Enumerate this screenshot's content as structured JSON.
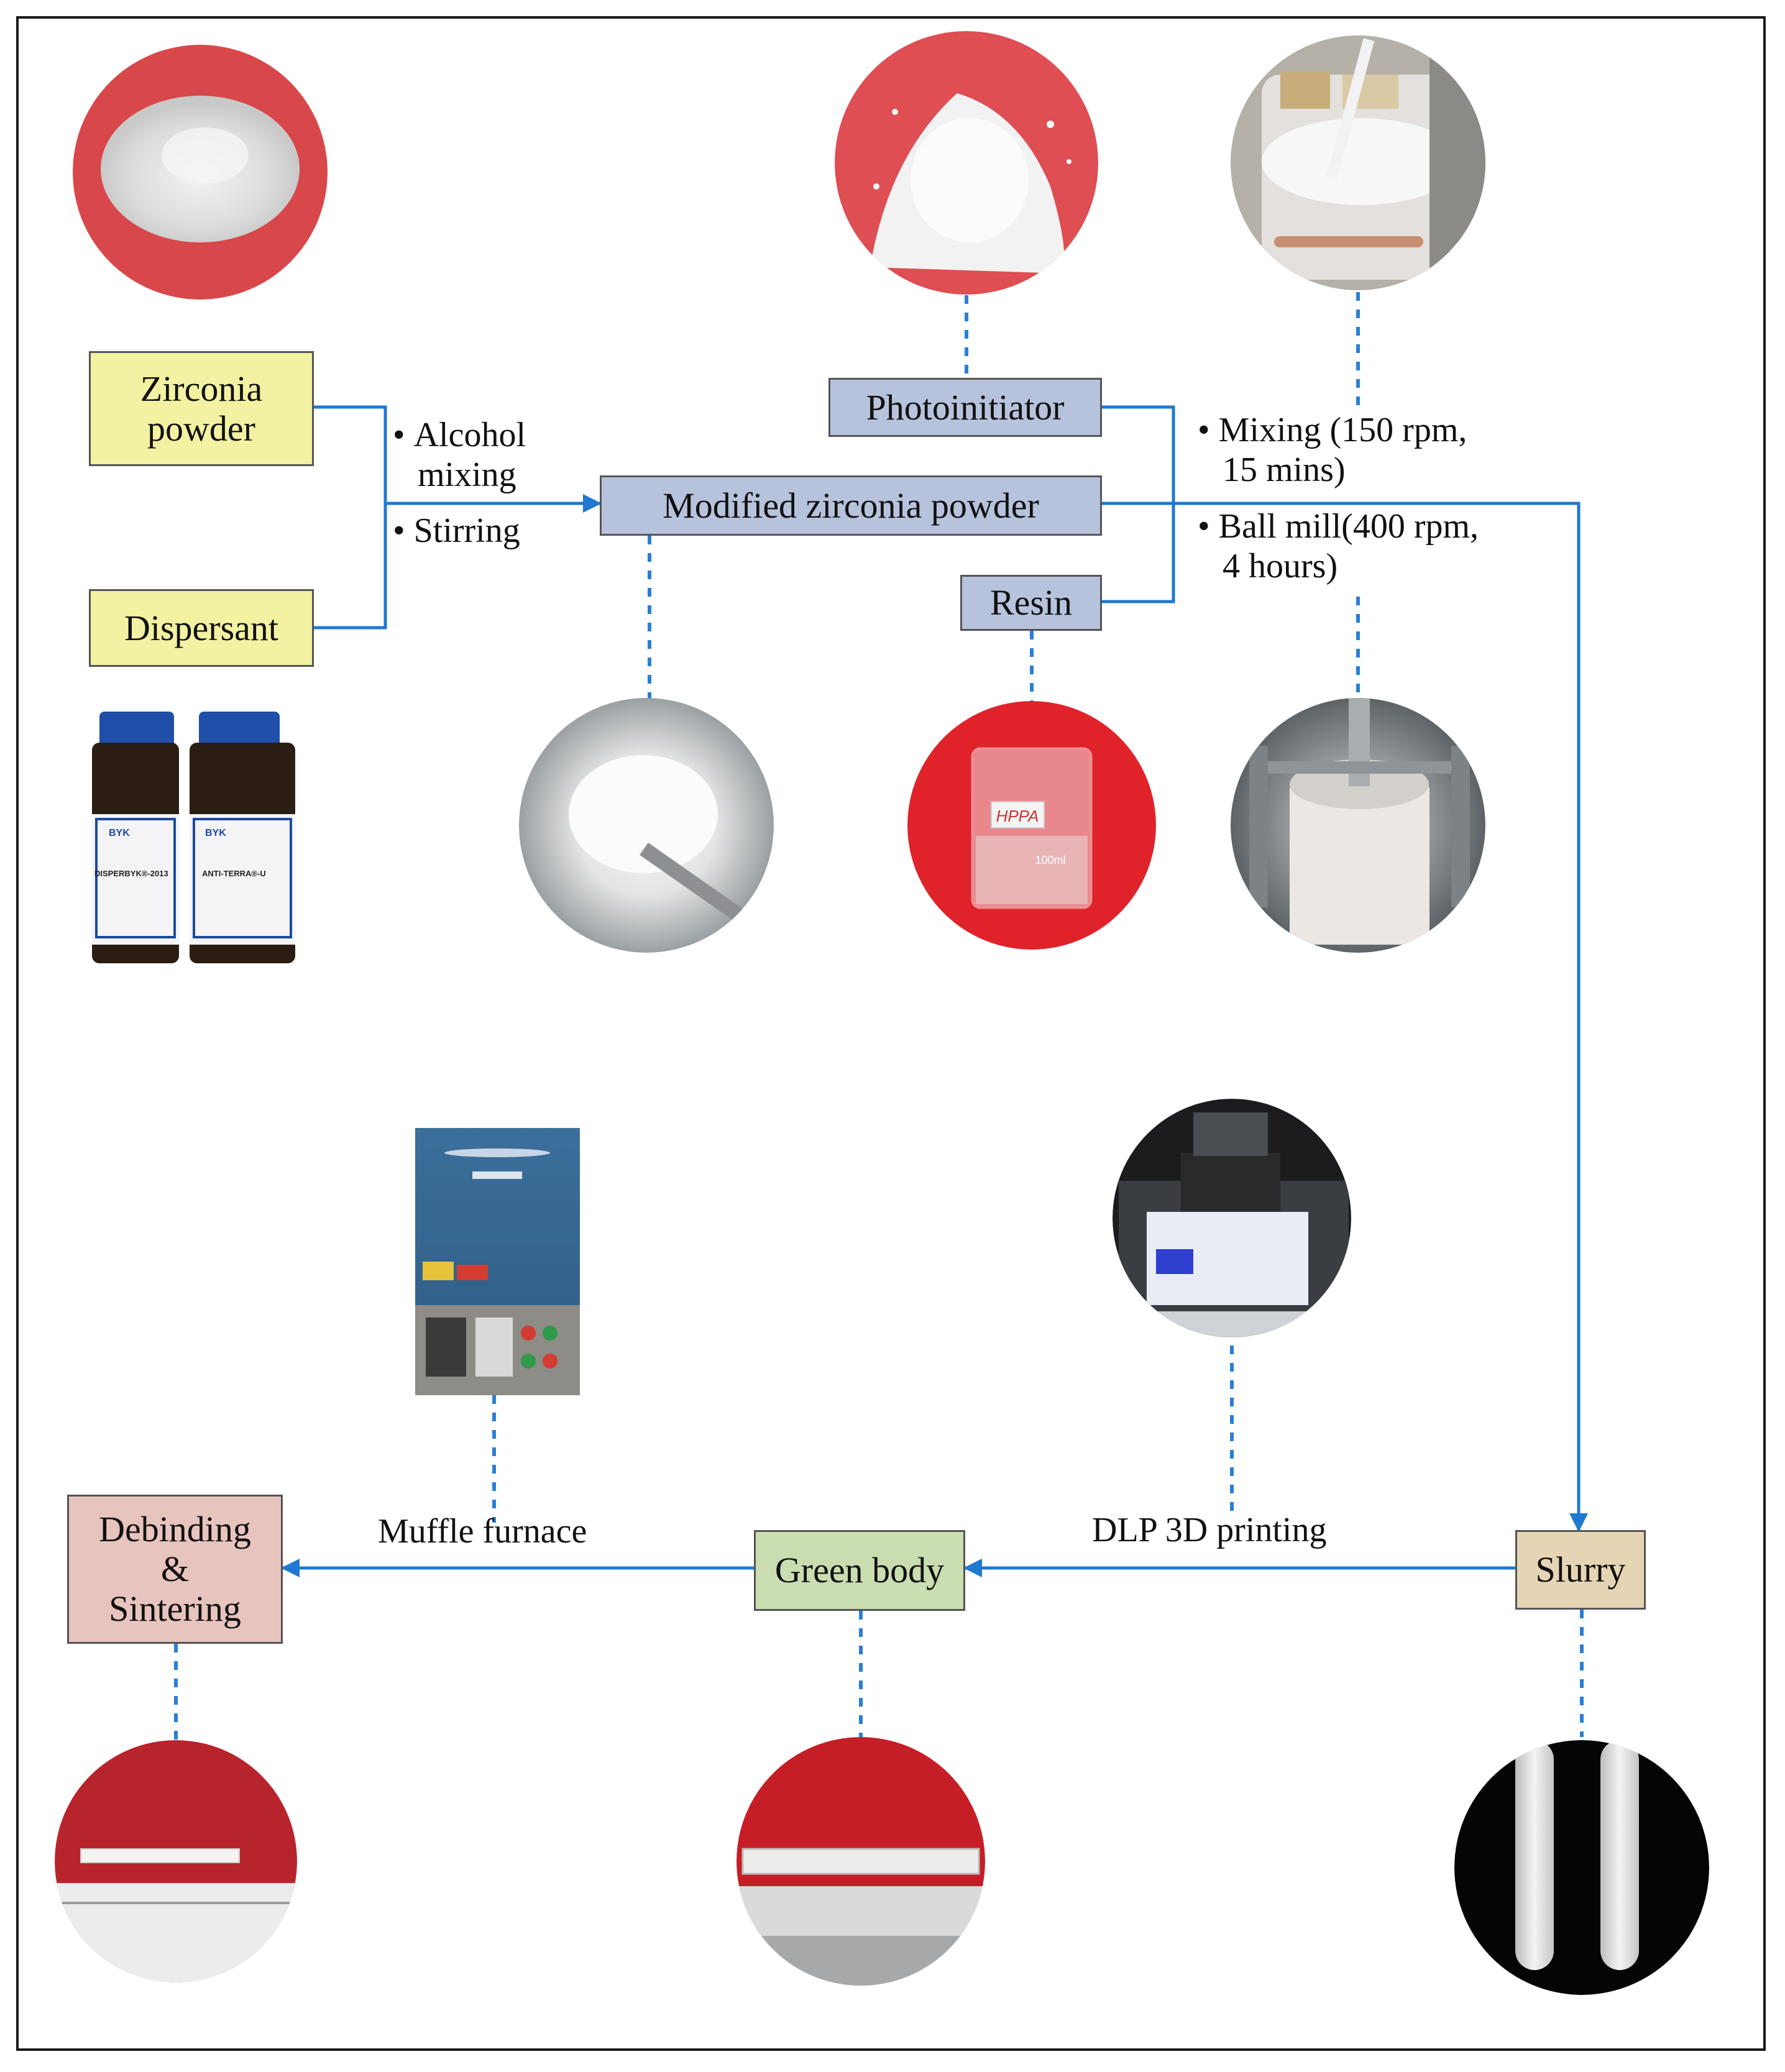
{
  "steps": {
    "zirconia_powder": [
      "Zirconia",
      "powder"
    ],
    "dispersant": "Dispersant",
    "photoinitiator": "Photoinitiator",
    "modified_zirconia": "Modified zirconia powder",
    "resin": "Resin",
    "slurry": "Slurry",
    "green_body": "Green body",
    "debinding": [
      "Debinding",
      "&",
      "Sintering"
    ]
  },
  "process_labels": {
    "alcohol": [
      "Alcohol",
      "mixing"
    ],
    "stirring": "Stirring",
    "mixing": [
      "Mixing (150 rpm,",
      "15 mins)"
    ],
    "ballmill": [
      "Ball mill(400 rpm,",
      "4  hours)"
    ],
    "muffle": "Muffle furnace",
    "dlp": "DLP 3D printing"
  },
  "photo_text": {
    "bottle_brand": "BYK",
    "bottle_left": "DISPERBYK®-2013",
    "bottle_right": "ANTI-TERRA®-U",
    "beaker_tag": "HPPA",
    "beaker_volume": "100ml"
  },
  "colors": {
    "arrow": "#1f78d1",
    "dotted": "#2a7fd4",
    "photo_red": "#d8484a"
  }
}
